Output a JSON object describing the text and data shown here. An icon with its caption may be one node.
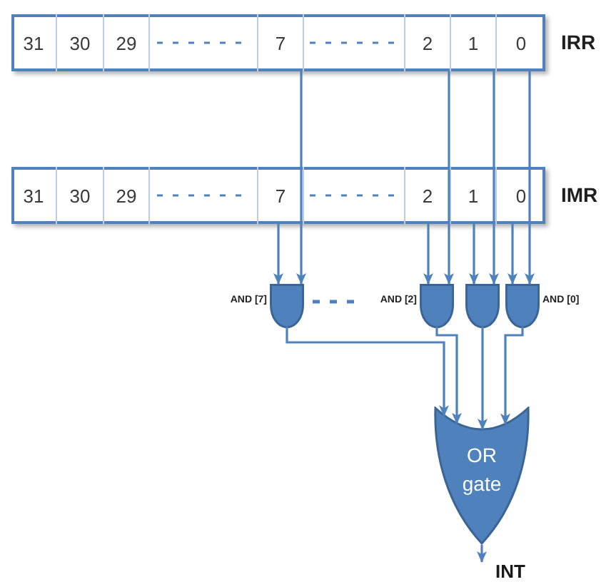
{
  "diagram": {
    "nodes": [
      {
        "text": [
          "IRR"
        ]
      },
      {
        "text": [
          "31"
        ],
        "in": 0
      },
      {
        "text": [
          "30"
        ],
        "in": 0
      },
      {
        "text": [
          "29"
        ],
        "in": 0
      },
      {
        "text": [],
        "shape": "box",
        "in": 0
      },
      {
        "text": [
          "7"
        ],
        "in": 0
      },
      {
        "text": [],
        "shape": "box",
        "in": 0
      },
      {
        "text": [
          "2"
        ],
        "in": 0
      },
      {
        "text": [
          "1"
        ],
        "in": 0
      },
      {
        "text": [
          "0"
        ],
        "in": 0
      },
      {
        "text": [
          "IMR"
        ]
      },
      {
        "text": [
          "31"
        ],
        "in": 10
      },
      {
        "text": [
          "30"
        ],
        "in": 10
      },
      {
        "text": [
          "29"
        ],
        "in": 10
      },
      {
        "text": [],
        "shape": "box",
        "in": 10
      },
      {
        "text": [
          "7"
        ],
        "in": 10
      },
      {
        "text": [],
        "shape": "box",
        "in": 10
      },
      {
        "text": [
          "2"
        ],
        "in": 10
      },
      {
        "text": [
          "1"
        ],
        "in": 10
      },
      {
        "text": [
          "0"
        ],
        "in": 10
      },
      {
        "text": [],
        "shape": "gate",
        "beside": [
          "AND [7]"
        ]
      },
      {
        "text": [],
        "shape": "gate",
        "beside": [
          "AND [2]"
        ]
      },
      {
        "text": [],
        "shape": "gate"
      },
      {
        "text": [],
        "shape": "gate",
        "beside": [
          "AND [0]"
        ]
      },
      {
        "text": [
          "OR gate"
        ]
      },
      {
        "text": [
          "INT"
        ]
      }
    ],
    "edges": [
      {
        "from": 5,
        "to": 20,
        "arrow": "to"
      },
      {
        "from": 15,
        "to": 20,
        "arrow": "to"
      },
      {
        "from": 7,
        "to": 21,
        "arrow": "to"
      },
      {
        "from": 17,
        "to": 21,
        "arrow": "to"
      },
      {
        "from": 8,
        "to": 22,
        "arrow": "to"
      },
      {
        "from": 18,
        "to": 22,
        "arrow": "to"
      },
      {
        "from": 9,
        "to": 23,
        "arrow": "to"
      },
      {
        "from": 19,
        "to": 23,
        "arrow": "to"
      },
      {
        "from": 20,
        "to": 24,
        "arrow": "to"
      },
      {
        "from": 21,
        "to": 24,
        "arrow": "to"
      },
      {
        "from": 22,
        "to": 24,
        "arrow": "to"
      },
      {
        "from": 23,
        "to": 24,
        "arrow": "to"
      },
      {
        "from": 24,
        "to": 25,
        "arrow": "to"
      }
    ]
  }
}
